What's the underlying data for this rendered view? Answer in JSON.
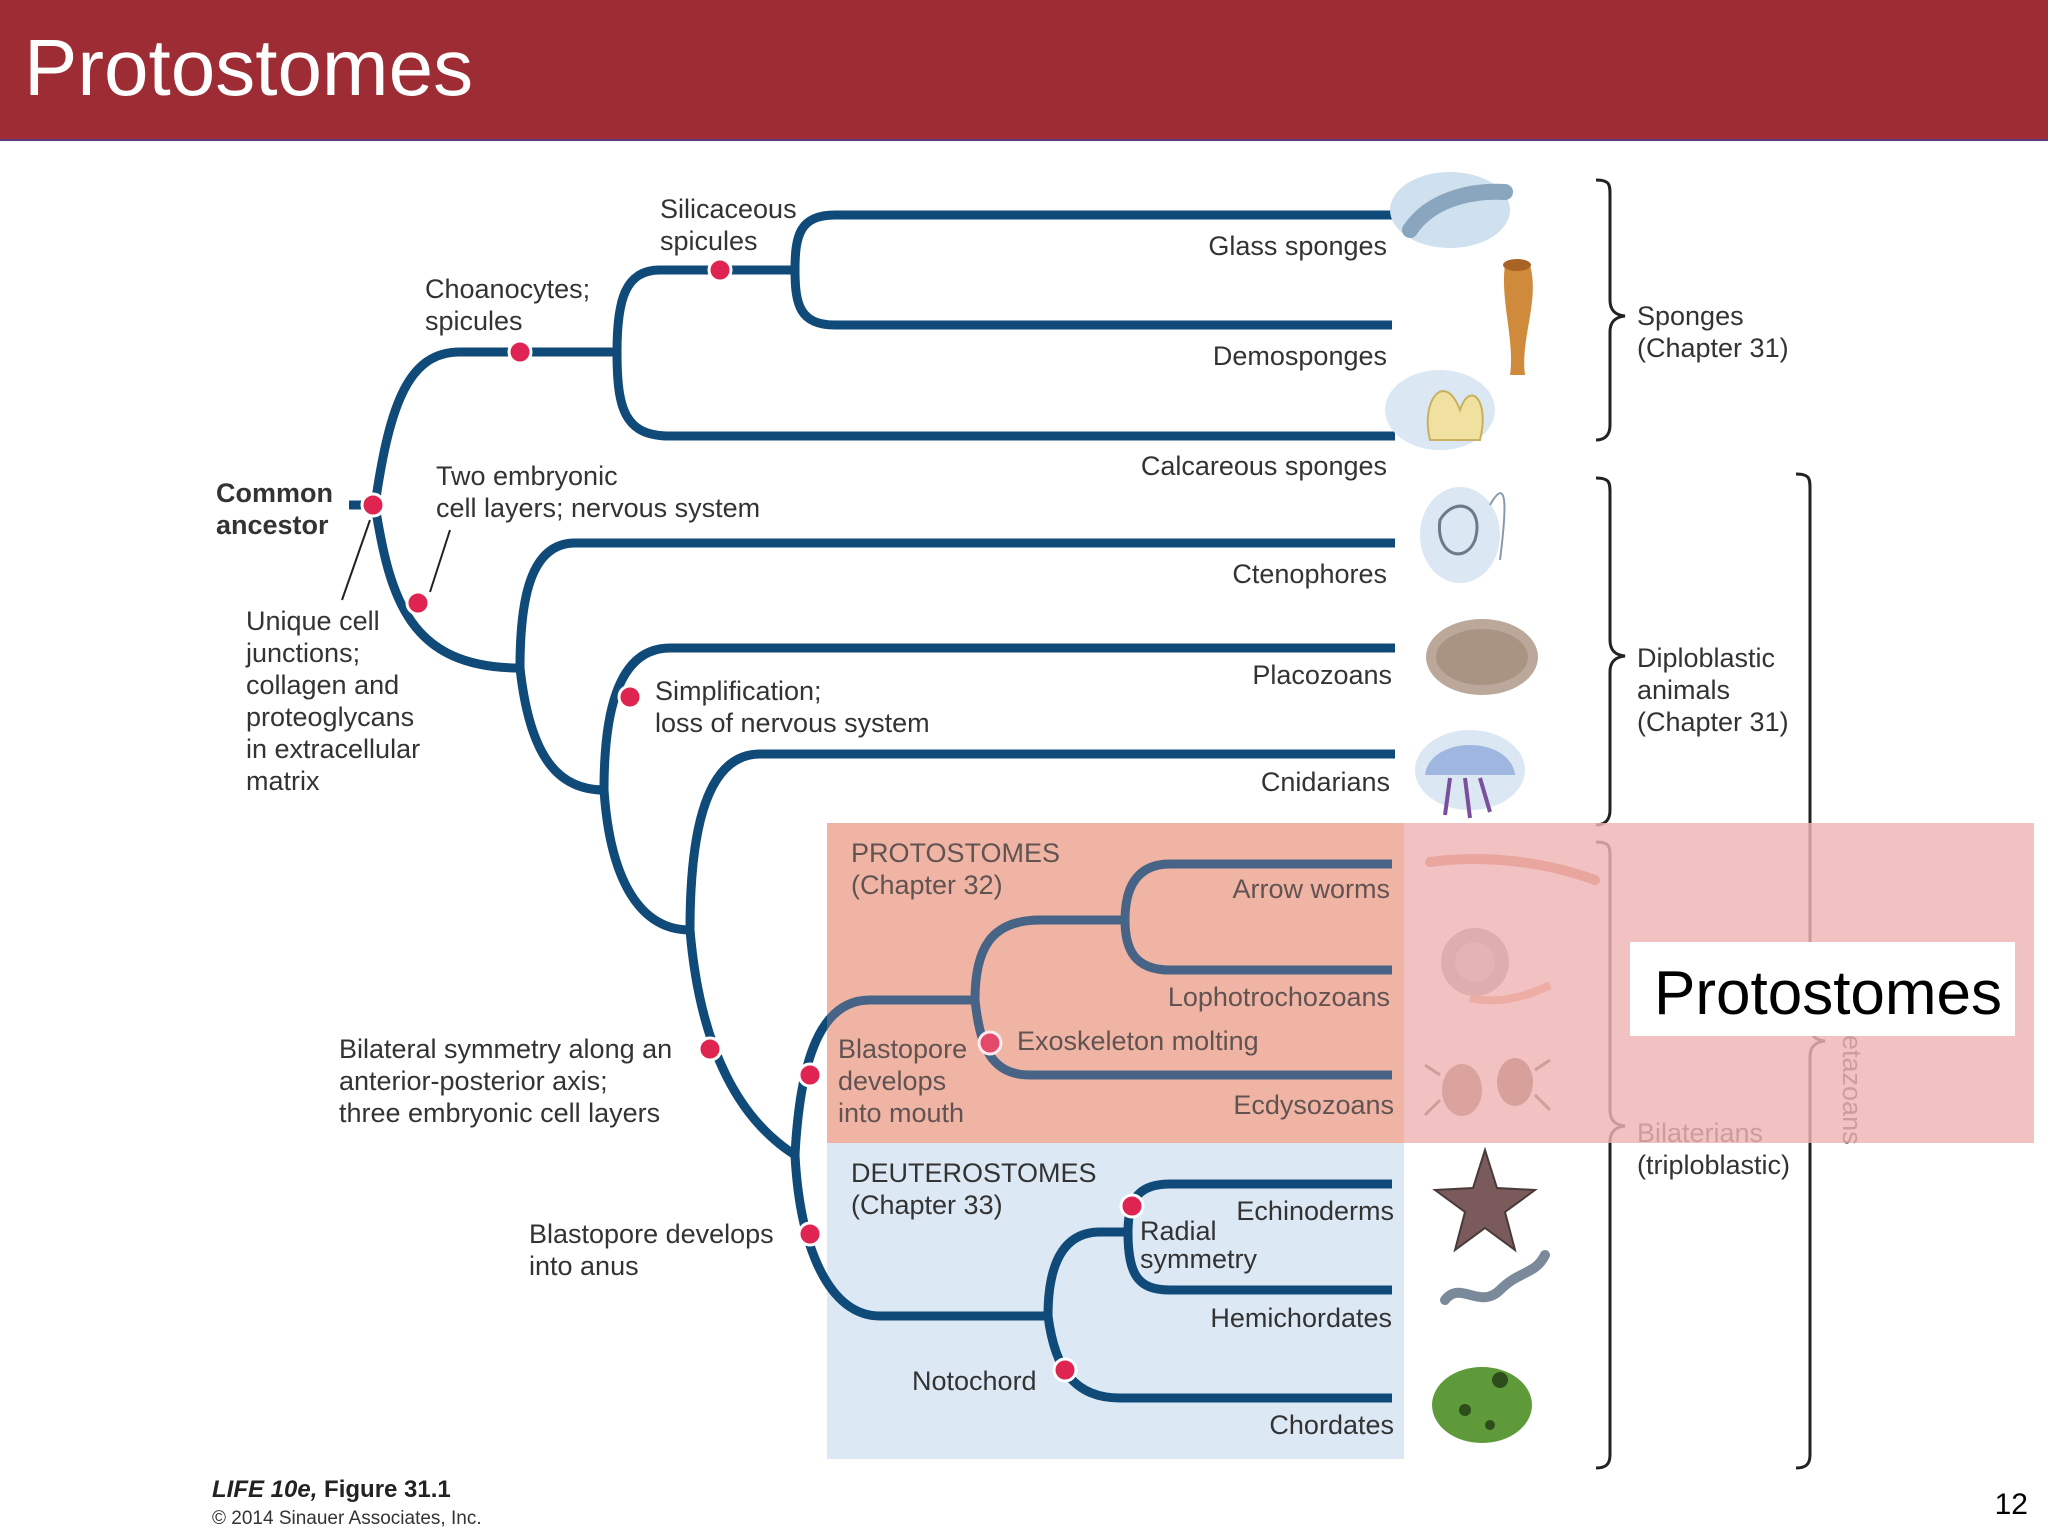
{
  "slide": {
    "title": "Protostomes",
    "callout": "Protostomes",
    "page_number": "12"
  },
  "diagram": {
    "root": [
      "Common",
      "ancestor"
    ],
    "taxa": [
      "Glass sponges",
      "Demosponges",
      "Calcareous sponges",
      "Ctenophores",
      "Placozoans",
      "Cnidarians",
      "Arrow worms",
      "Lophotrochozoans",
      "Ecdysozoans",
      "Echinoderms",
      "Hemichordates",
      "Chordates"
    ],
    "traits": {
      "silicaceous": [
        "Silicaceous",
        "spicules"
      ],
      "choanocytes": [
        "Choanocytes;",
        "spicules"
      ],
      "two_layers": [
        "Two embryonic",
        "cell layers; nervous system"
      ],
      "unique_cell": [
        "Unique cell",
        "junctions;",
        "collagen and",
        "proteoglycans",
        "in extracellular",
        "matrix"
      ],
      "simplification": [
        "Simplification;",
        "loss of nervous system"
      ],
      "bilateral": [
        "Bilateral symmetry along an",
        "anterior-posterior axis;",
        "three embryonic cell layers"
      ],
      "blastopore_mouth": [
        "Blastopore",
        "develops",
        "into mouth"
      ],
      "exoskeleton": "Exoskeleton molting",
      "blastopore_anus": [
        "Blastopore develops",
        "into anus"
      ],
      "radial": [
        "Radial",
        "symmetry"
      ],
      "notochord": "Notochord"
    },
    "groups": {
      "protostomes": [
        "PROTOSTOMES",
        "(Chapter 32)"
      ],
      "deuterostomes": [
        "DEUTEROSTOMES",
        "(Chapter 33)"
      ]
    },
    "brackets": {
      "sponges": [
        "Sponges",
        "(Chapter 31)"
      ],
      "diploblastic": [
        "Diploblastic",
        "animals",
        "(Chapter 31)"
      ],
      "bilaterians": [
        "Bilaterians",
        "(triploblastic)"
      ],
      "eumetazoans_partial": "etazoans"
    },
    "caption": {
      "book": "LIFE 10e,",
      "figure": " Figure 31.1",
      "copyright": "© 2014 Sinauer Associates, Inc."
    },
    "colors": {
      "title_bar": "#9e2c35",
      "branch": "#0f4a78",
      "synapomorphy_dot": "#e02452",
      "protostome_box": "#f0b59f",
      "deuterostome_box": "#dce9f5",
      "highlight_overlay": "#efb3b5"
    }
  }
}
